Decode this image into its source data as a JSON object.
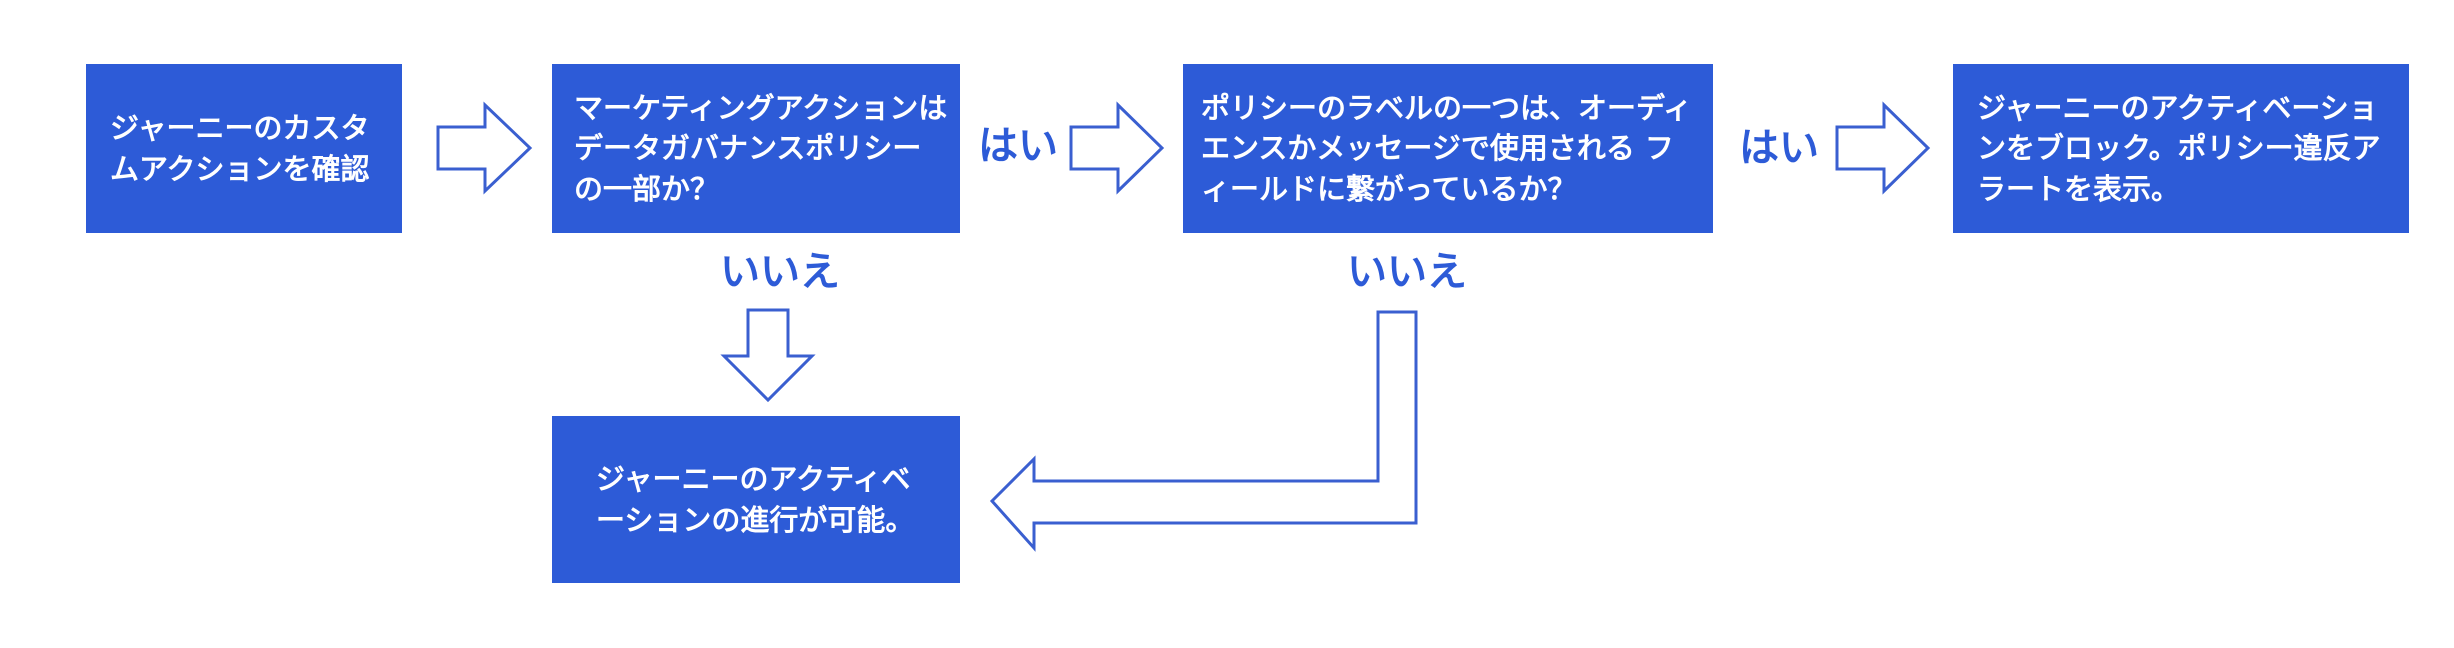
{
  "colors": {
    "box_fill": "#2d5bd7",
    "box_text": "#ffffff",
    "label_text": "#2d5bd7",
    "arrow_stroke": "#3a5fd0",
    "background": "#ffffff"
  },
  "nodes": {
    "start": "ジャーニーのカスタ\nムアクションを確認",
    "decision1": "マーケティングアクションは\nデータガバナンスポリシー\nの一部か？",
    "decision2": "ポリシーのラベルの一つは、オーディ\nエンスかメッセージで使用される フ\nィールドに繋がっているか？",
    "block": "ジャーニーのアクティベーショ\nンをブロック。ポリシー違反ア\nラートを表示。",
    "proceed": "ジャーニーのアクティベ\nーションの進行が可能。"
  },
  "labels": {
    "yes1": "はい",
    "yes2": "はい",
    "no1": "いいえ",
    "no2": "いいえ"
  }
}
